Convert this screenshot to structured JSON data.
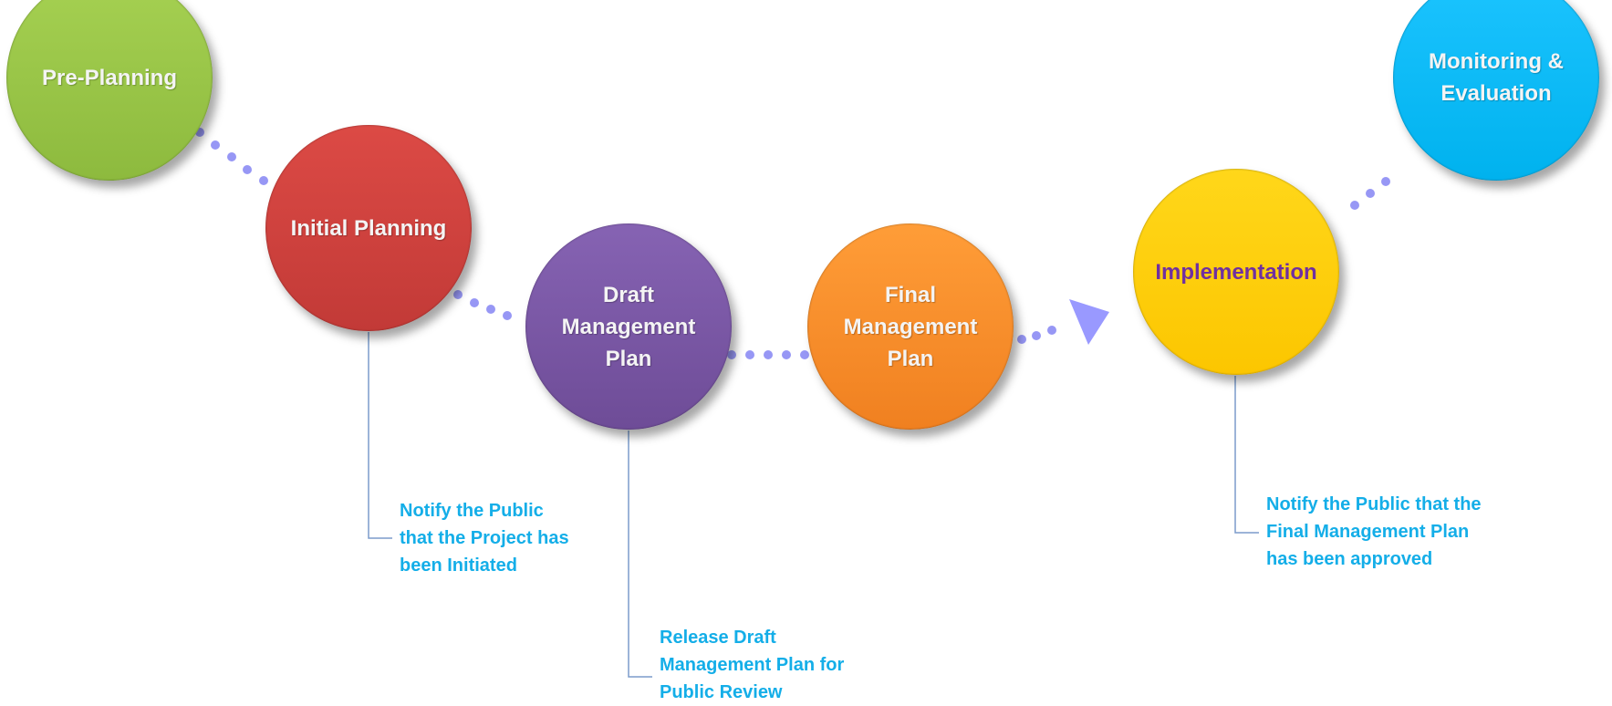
{
  "diagram": {
    "title": "Management Plan Process",
    "stages": [
      {
        "id": "pre-planning",
        "label": "Pre-Planning",
        "color": "#8dba3e",
        "highlight": "#a6d152",
        "text_color": "#f4f4f4"
      },
      {
        "id": "initial-planning",
        "label": "Initial Planning",
        "color": "#c23a37",
        "highlight": "#dc4a45",
        "text_color": "#f4f4f4"
      },
      {
        "id": "draft-management-plan",
        "label": "Draft\nManagement\nPlan",
        "color": "#6e4c97",
        "highlight": "#8663b3",
        "text_color": "#f4f4f4"
      },
      {
        "id": "final-management-plan",
        "label": "Final\nManagement\nPlan",
        "color": "#f08020",
        "highlight": "#ff9d38",
        "text_color": "#f4f4f4"
      },
      {
        "id": "implementation",
        "label": "Implementation",
        "color": "#fcc600",
        "highlight": "#ffd71a",
        "text_color": "#7030a0"
      },
      {
        "id": "monitoring-evaluation",
        "label": "Monitoring &\nEvaluation",
        "color": "#00b2ee",
        "highlight": "#1cc4ff",
        "text_color": "#f4f4f4"
      }
    ],
    "notes": [
      {
        "attached_to": "initial-planning",
        "text": "Notify the Public\nthat the Project has\nbeen Initiated"
      },
      {
        "attached_to": "draft-management-plan",
        "text": "Release Draft\nManagement Plan for\nPublic Review"
      },
      {
        "attached_to": "implementation",
        "text": "Notify the Public that the\nFinal Management Plan\nhas been approved"
      }
    ],
    "colors": {
      "connector_dots": "#9797f5",
      "arrow": "#9999ff",
      "note_line": "#7b9ccb",
      "note_text": "#14aee8"
    }
  }
}
